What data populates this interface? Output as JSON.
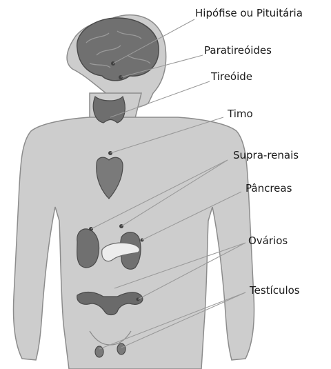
{
  "labels": {
    "hipofise": "Hipófise ou Pituitária",
    "paratireoides": "Paratireóides",
    "tireoide": "Tireóide",
    "timo": "Timo",
    "suprarrenais": "Supra-renais",
    "pancreas": "Pâncreas",
    "ovarios": "Ovários",
    "testiculos": "Testículos"
  }
}
